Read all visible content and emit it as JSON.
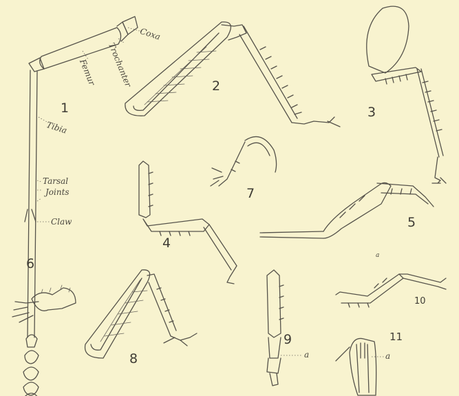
{
  "figure_numbers": [
    "1",
    "2",
    "3",
    "4",
    "5",
    "6",
    "7",
    "8",
    "9",
    "10",
    "11"
  ],
  "part_labels": {
    "coxa": "Coxa",
    "trochanter": "Trochanter",
    "femur": "Femur",
    "tibia": "Tibia",
    "tarsal_1": "Tarsal",
    "tarsal_2": "Joints",
    "claw": "Claw"
  },
  "marker_a": "a"
}
